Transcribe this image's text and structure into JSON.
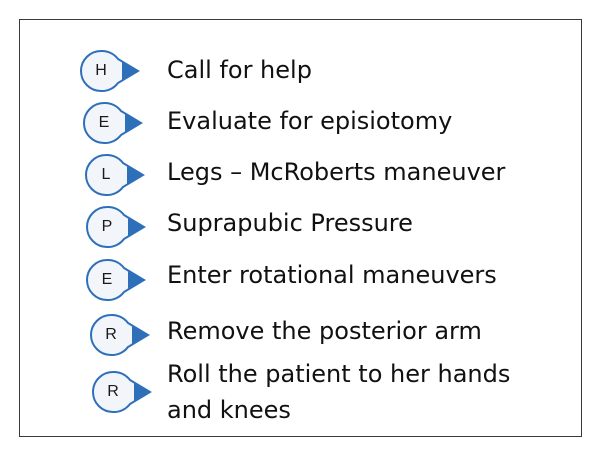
{
  "colors": {
    "accent": "#2e6fba",
    "badge_fill": "#f2f5fa",
    "frame_border": "#3a3a3a",
    "text": "#111111"
  },
  "steps": [
    {
      "letter": "H",
      "text": "Call for help"
    },
    {
      "letter": "E",
      "text": "Evaluate for episiotomy"
    },
    {
      "letter": "L",
      "text": "Legs – McRoberts maneuver"
    },
    {
      "letter": "P",
      "text": "Suprapubic Pressure"
    },
    {
      "letter": "E",
      "text": "Enter rotational maneuvers"
    },
    {
      "letter": "R",
      "text": "Remove the posterior arm"
    },
    {
      "letter": "R",
      "text": "Roll the patient to her hands",
      "text_line2": "and knees"
    }
  ]
}
